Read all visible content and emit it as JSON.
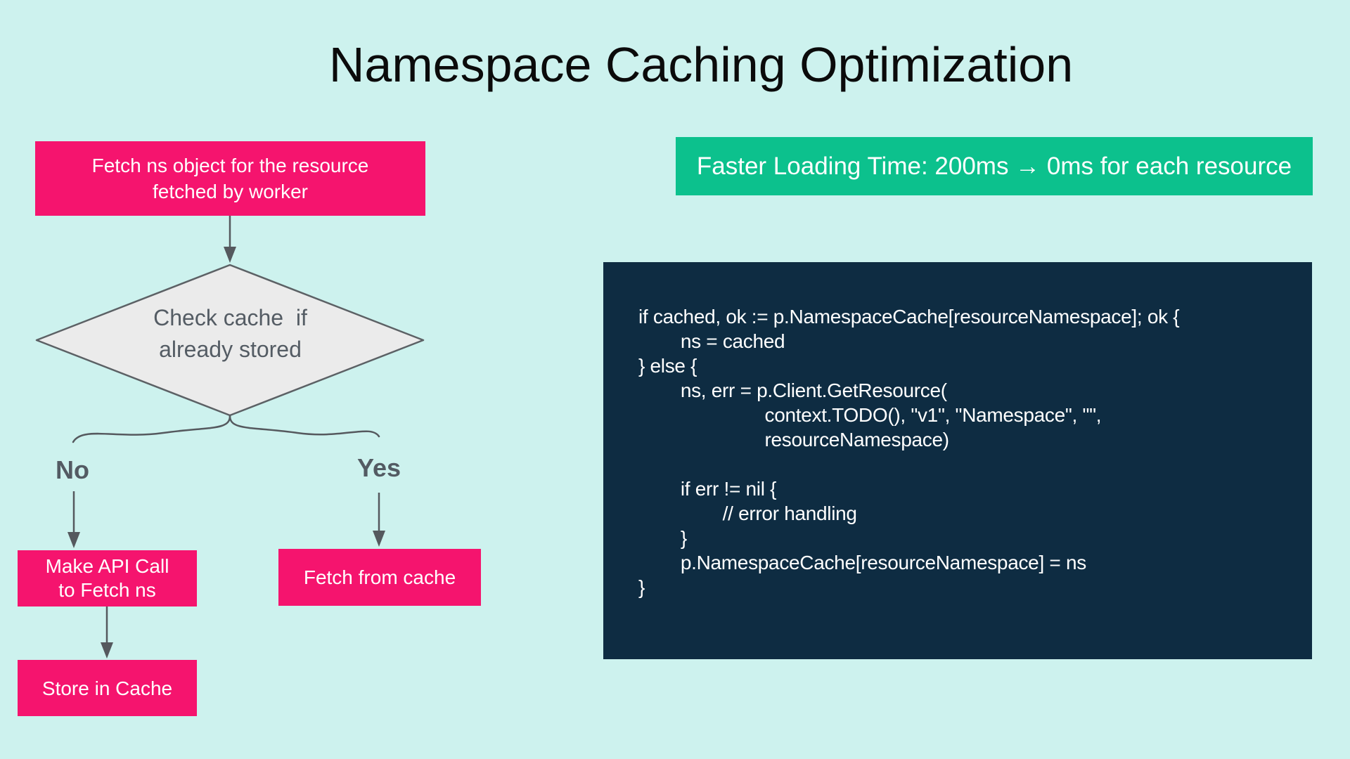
{
  "title": "Namespace Caching Optimization",
  "colors": {
    "background": "#cdf2ee",
    "node_pink": "#f5146e",
    "banner_green": "#0cc18d",
    "code_navy": "#0e2c42",
    "connector_gray": "#55595e",
    "decision_fill": "#ebebeb",
    "decision_stroke": "#5c6165",
    "label_gray": "#545c64",
    "node_text": "#ffffff",
    "title_black": "#0b0b0b"
  },
  "flowchart": {
    "start": {
      "lines": [
        "Fetch ns object for the resource",
        "fetched by worker"
      ]
    },
    "decision": {
      "lines": [
        "Check cache  if",
        "already stored"
      ]
    },
    "branch_no": "No",
    "branch_yes": "Yes",
    "api_call": {
      "lines": [
        "Make API Call",
        "to Fetch ns"
      ]
    },
    "store": {
      "lines": [
        "Store in Cache"
      ]
    },
    "fetch_cache": {
      "lines": [
        "Fetch from cache"
      ]
    }
  },
  "banner": {
    "text": "Faster Loading Time: 200ms → 0ms for each resource"
  },
  "code": {
    "lines": [
      "if cached, ok := p.NamespaceCache[resourceNamespace]; ok {",
      "        ns = cached",
      "} else {",
      "        ns, err = p.Client.GetResource(",
      "                        context.TODO(), \"v1\", \"Namespace\", \"\",",
      "                        resourceNamespace)",
      "",
      "        if err != nil {",
      "                // error handling",
      "        }",
      "        p.NamespaceCache[resourceNamespace] = ns",
      "}"
    ]
  }
}
